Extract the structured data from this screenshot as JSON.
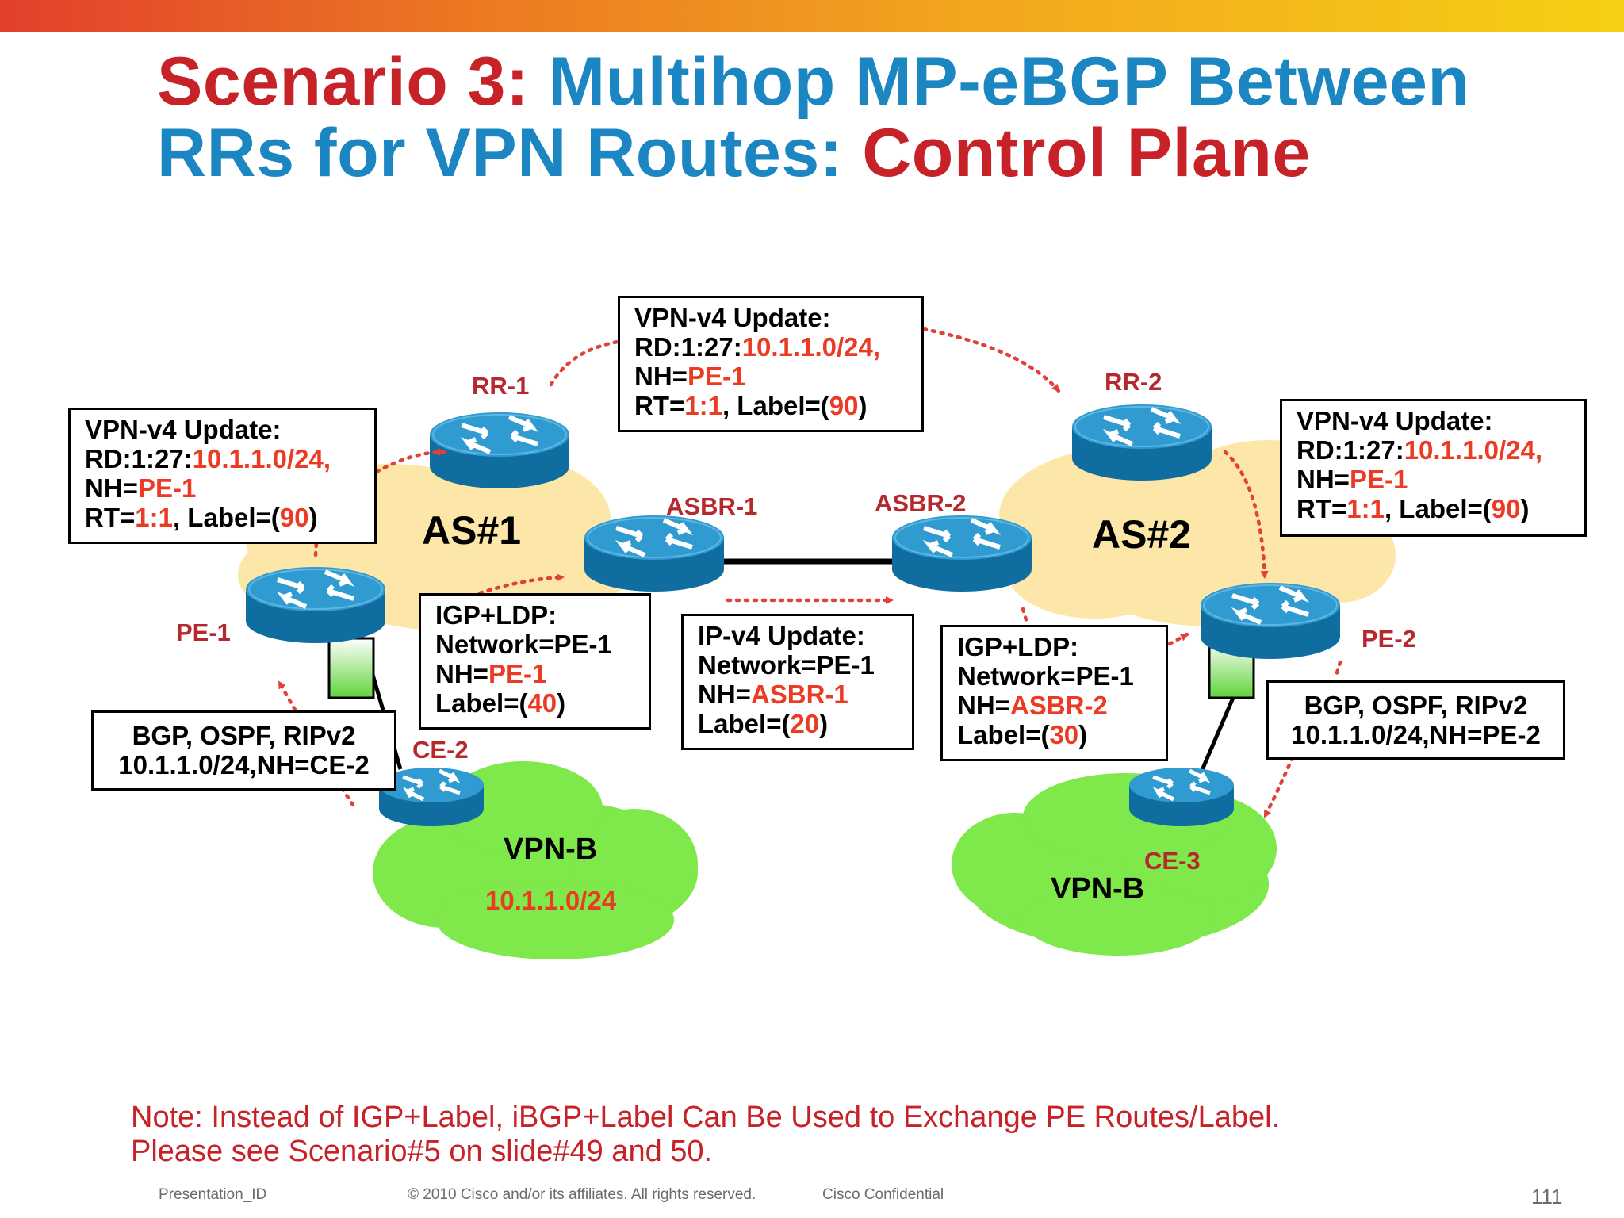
{
  "slide": {
    "title_part1": "Scenario 3: ",
    "title_part2": "Multihop MP-eBGP Between",
    "title_part3": "RRs for VPN Routes: ",
    "title_part4": "Control Plane",
    "note_line1": "Note: Instead of IGP+Label, iBGP+Label Can Be Used to Exchange PE Routes/Label.",
    "note_line2": "Please see Scenario#5 on slide#49 and 50.",
    "footer_left": "Presentation_ID",
    "footer_center": "© 2010 Cisco and/or its affiliates. All rights reserved.",
    "footer_right": "Cisco Confidential",
    "page_number": "111"
  },
  "diagram": {
    "as_labels": {
      "as1": "AS#1",
      "as2": "AS#2"
    },
    "vpn_labels": {
      "left": "VPN-B",
      "right": "VPN-B",
      "left_prefix": "10.1.1.0/24"
    },
    "routers": {
      "rr1": "RR-1",
      "rr2": "RR-2",
      "asbr1": "ASBR-1",
      "asbr2": "ASBR-2",
      "pe1": "PE-1",
      "pe2": "PE-2",
      "ce2": "CE-2",
      "ce3": "CE-3"
    },
    "boxes": {
      "vpnv4_left": {
        "l1": "VPN-v4 Update:",
        "rd": "RD:1:27:",
        "pfx": "10.1.1.0/24,",
        "nh": "NH=",
        "nhv": "PE-1",
        "rt": "RT=",
        "rtv": "1:1",
        "lab": ", Label=(",
        "labv": "90",
        "close": ")"
      },
      "vpnv4_top": {
        "l1": "VPN-v4 Update:",
        "rd": "RD:1:27:",
        "pfx": "10.1.1.0/24,",
        "nh": "NH=",
        "nhv": "PE-1",
        "rt": "RT=",
        "rtv": "1:1",
        "lab": ", Label=(",
        "labv": "90",
        "close": ")"
      },
      "vpnv4_right": {
        "l1": "VPN-v4 Update:",
        "rd": "RD:1:27:",
        "pfx": "10.1.1.0/24,",
        "nh": "NH=",
        "nhv": "PE-1",
        "rt": "RT=",
        "rtv": "1:1",
        "lab": ", Label=(",
        "labv": "90",
        "close": ")"
      },
      "igp_left": {
        "l1": "IGP+LDP:",
        "net": "Network=PE-1",
        "nh": "NH=",
        "nhv": "PE-1",
        "lab": "Label=(",
        "labv": "40",
        "close": ")"
      },
      "ipv4_mid": {
        "l1": "IP-v4 Update:",
        "net": "Network=PE-1",
        "nh": "NH=",
        "nhv": "ASBR-1",
        "lab": "Label=(",
        "labv": "20",
        "close": ")"
      },
      "igp_right": {
        "l1": "IGP+LDP:",
        "net": "Network=PE-1",
        "nh": "NH=",
        "nhv": "ASBR-2",
        "lab": "Label=(",
        "labv": "30",
        "close": ")"
      },
      "bgp_left": {
        "l1": "BGP, OSPF, RIPv2",
        "l2": "10.1.1.0/24,NH=CE-2"
      },
      "bgp_right": {
        "l1": "BGP, OSPF, RIPv2",
        "l2": "10.1.1.0/24,NH=PE-2"
      }
    }
  },
  "colors": {
    "title_red": "#c62228",
    "title_blue": "#1b86c2",
    "highlight_orange": "#ec3b24",
    "router_blue": "#1a84b8",
    "as_cloud": "#fde7a8",
    "vpn_cloud": "#7fe84a",
    "dotted_arrow": "#e0413a"
  }
}
